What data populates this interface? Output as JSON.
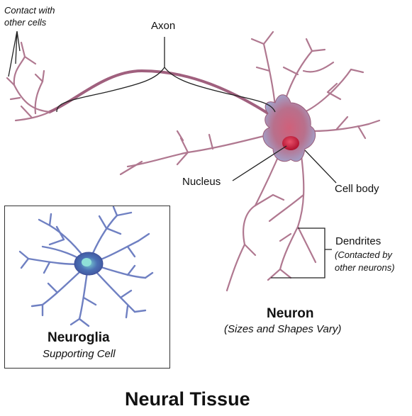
{
  "labels": {
    "contact": [
      "Contact with",
      "other cells"
    ],
    "axon": "Axon",
    "nucleus": "Nucleus",
    "cell_body": "Cell body",
    "dendrites": "Dendrites",
    "contacted": [
      "(Contacted by",
      "other neurons)"
    ],
    "neuron_title": "Neuron",
    "neuron_sub": "(Sizes and Shapes Vary)",
    "glia_title": "Neuroglia",
    "glia_sub": "Supporting Cell",
    "page_title": "Neural Tissue"
  },
  "colors": {
    "neuron": "#b27a90",
    "neuron_dark": "#8a4868",
    "soma": "#c2607e",
    "nucleus": "#c81c42",
    "glia": "#6f80c2",
    "glia_dark": "#3e4f98",
    "glia_core": "#4aa0b8",
    "line": "#222222"
  }
}
